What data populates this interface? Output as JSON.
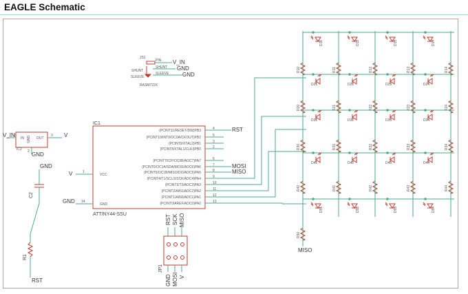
{
  "title": "EAGLE Schematic",
  "colors": {
    "wire": "#4aaa88",
    "part": "#c0392b",
    "text": "#3d3d3d",
    "frame": "#a7a7a7",
    "accent": "#9bd3ee"
  },
  "regulator": {
    "ref": "IC2",
    "pin_in": "IN",
    "pin_gnd": "GND",
    "pin_out": "OUT",
    "net_in": "V_IN",
    "net_out": "V",
    "net_gnd": "GND",
    "pin1": "1",
    "pin3": "3",
    "pin2": "2"
  },
  "switch": {
    "ref": "JS1",
    "pin_pin": "PIN",
    "pin_shunt": "SHUNT",
    "pin_sleeve": "SLEEVE",
    "left_shunt": "SHUNT",
    "left_sleeve": "SLEEVE",
    "net_vin": "V_IN",
    "net_gnd1": "GND",
    "net_gnd2": "GND",
    "part": "RASM722X"
  },
  "mcu": {
    "ref": "IC1",
    "name": "ATTINY44-SSU",
    "vcc_label": "VCC",
    "gnd_label": "GND",
    "vcc_net": "V",
    "gnd_net": "GND",
    "vcc_pin": "1",
    "gnd_pin": "14",
    "pins": [
      {
        "label": "(PCINT11/RESET/DW)PB3",
        "num": "4",
        "net": "RST"
      },
      {
        "label": "(PCINT10/INT0/OC0A/CKOUT)PB2",
        "num": "5",
        "net": ""
      },
      {
        "label": "(PCINT9/XTAL2)PB1",
        "num": "3",
        "net": ""
      },
      {
        "label": "(PCINT8/XTAL1/CLKI)PB0",
        "num": "2",
        "net": ""
      },
      {
        "label": "(PCINT7/ICP/OC0B/ADC7)PA7",
        "num": "6",
        "net": ""
      },
      {
        "label": "(PCINT6/OC1A/SDA/MOSI/ADC6)PA6",
        "num": "7",
        "net": "MOSI"
      },
      {
        "label": "(PCINT5/OC1B/MISO/DO/ADC5)PA5",
        "num": "8",
        "net": "MISO"
      },
      {
        "label": "(PCINT4/T1/SCL/USCK/ADC4)PA4",
        "num": "9",
        "net": ""
      },
      {
        "label": "(PCINT3/T0/ADC3)PA3",
        "num": "10",
        "net": ""
      },
      {
        "label": "(PCINT2/AIN1/ADC2)PA2",
        "num": "11",
        "net": ""
      },
      {
        "label": "(PCINT1/AIN0/ADC1)PA1",
        "num": "12",
        "net": ""
      },
      {
        "label": "(PCINT0/AREF/ADC0)PA0",
        "num": "13",
        "net": ""
      }
    ]
  },
  "cap": {
    "ref": "C2",
    "net_top": "GND"
  },
  "reset_res": {
    "ref": "R1",
    "net_bottom": "RST"
  },
  "header": {
    "ref": "JP1",
    "top_labels": [
      "RST",
      "SCK",
      "MISO"
    ],
    "bottom_labels": [
      "GND",
      "MOSI",
      "V"
    ]
  },
  "led_matrix": {
    "rows": [
      {
        "leds": [
          "D11",
          "D12",
          "D13",
          "D14"
        ],
        "resistors": [
          "R10",
          "R11",
          "R12",
          "R13",
          "R14"
        ]
      },
      {
        "leds": [
          "D21",
          "D22",
          "D23",
          "D24"
        ],
        "resistors": [
          "R20",
          "R21",
          "R22",
          "R23",
          "R24"
        ]
      },
      {
        "leds": [
          "D31",
          "D32",
          "D33",
          "D34"
        ],
        "resistors": [
          "R30",
          "R31",
          "R32",
          "R33",
          "R34"
        ]
      },
      {
        "leds": [
          "D41",
          "D42",
          "D43",
          "D44"
        ],
        "resistors": [
          "R40",
          "R41",
          "R42",
          "R43",
          "R44"
        ]
      },
      {
        "leds": [
          "D51",
          "D52",
          "D53",
          "D54"
        ],
        "resistors": [
          "R50"
        ]
      }
    ],
    "miso_net": "MISO"
  }
}
